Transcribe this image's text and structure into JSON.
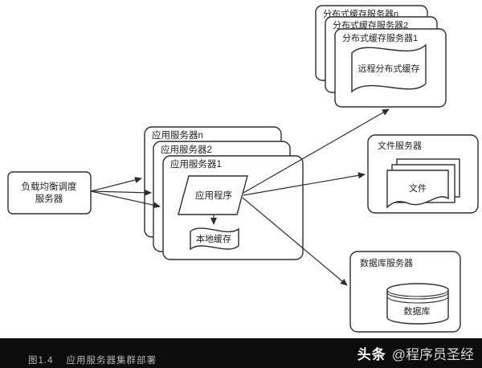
{
  "colors": {
    "line": "#2e2e2e",
    "node_fill": "#ffffff",
    "footer_bg": "#0c0c0c"
  },
  "nodes": {
    "load_balancer": {
      "line1": "负载均衡调度",
      "line2": "服务器"
    },
    "app_server_stack": {
      "back": "应用服务器n",
      "middle": "应用服务器2",
      "front": "应用服务器1"
    },
    "application": "应用程序",
    "local_cache": "本地缓存",
    "cache_server_stack": {
      "back": "分布式缓存服务器n",
      "middle": "分布式缓存服务器2",
      "front": "分布式缓存服务器1"
    },
    "remote_cache": "远程分布式缓存",
    "file_server": {
      "title": "文件服务器",
      "document": "文件"
    },
    "database_server": {
      "title": "数据库服务器",
      "database": "数据库"
    }
  },
  "footer": {
    "figure_label": "图1.4",
    "figure_title": "应用服务器集群部署",
    "watermark_brand": "头条",
    "watermark_handle": "@程序员圣经"
  }
}
